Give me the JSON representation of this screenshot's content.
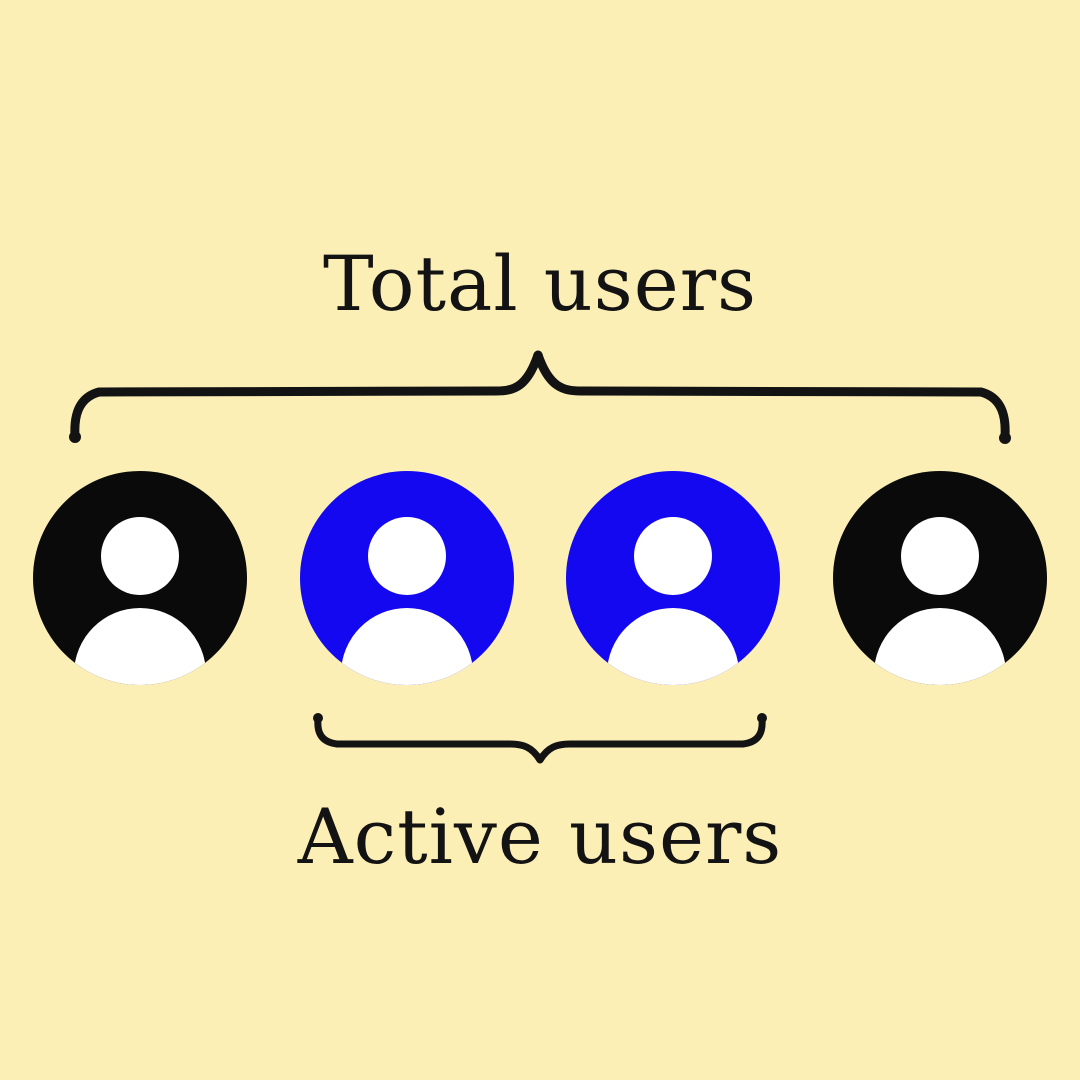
{
  "labels": {
    "total_users": "Total users",
    "active_users": "Active users"
  },
  "users": [
    {
      "state": "inactive"
    },
    {
      "state": "active"
    },
    {
      "state": "active"
    },
    {
      "state": "inactive"
    }
  ],
  "counts": {
    "total_users": 4,
    "active_users": 2
  },
  "icons": {
    "user": "person-avatar-icon",
    "total_brace": "brace-spanning-all-users",
    "active_brace": "brace-spanning-active-users"
  },
  "colors": {
    "background": "#FBEFB6",
    "ink": "#131313",
    "active_user": "#1408F0",
    "inactive_user": "#0A0A0A",
    "figure": "#FFFFFF"
  }
}
